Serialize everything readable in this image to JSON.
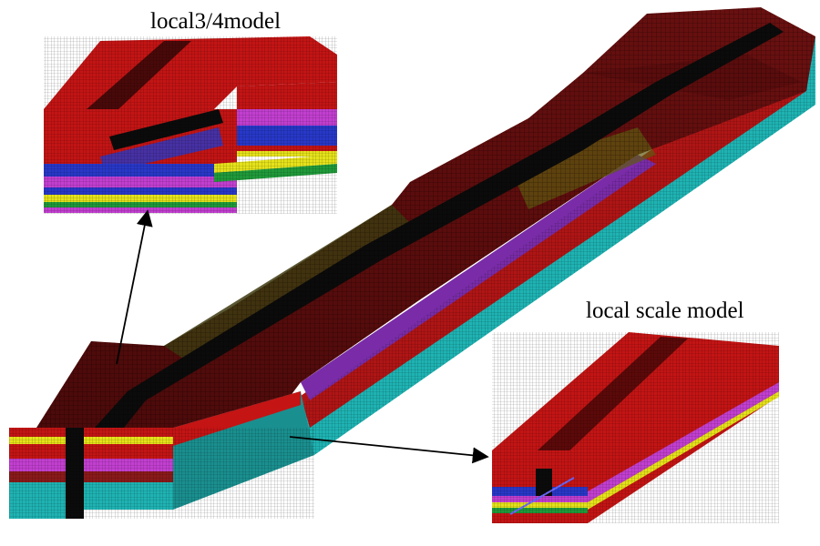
{
  "labels": {
    "local_3_4_model": "local3/4model",
    "local_scale_model": "local scale model"
  },
  "colors": {
    "surface_red": "#c41414",
    "surface_dark": "#3a0606",
    "trench_black": "#0b0b0b",
    "layer_yellow": "#e6e21a",
    "layer_magenta": "#c23fd0",
    "layer_purple": "#7a2ca8",
    "layer_blue": "#2838c8",
    "layer_cyan": "#1fb3b3",
    "layer_green": "#1f9a3a",
    "mesh_lines": "#1a1a1a",
    "arrow": "#000000"
  },
  "arrows": [
    {
      "from": "global-model",
      "to": "local-3-4-model"
    },
    {
      "from": "global-model",
      "to": "local-scale-model"
    }
  ]
}
